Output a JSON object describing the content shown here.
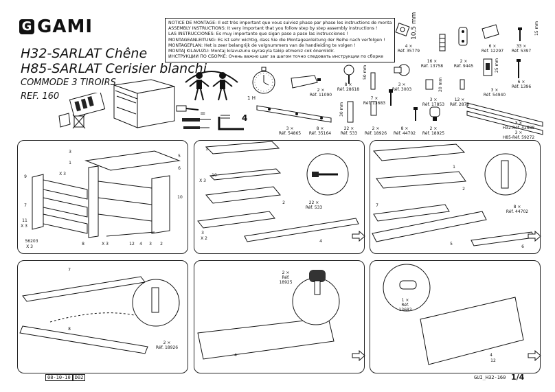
{
  "header": {
    "brand": "GAMI",
    "title1": "H32-SARLAT Chêne",
    "title2": "H85-SARLAT Cerisier blanchi",
    "subtitle": "COMMODE 3 TIROIRS",
    "ref": "REF. 160"
  },
  "notice": [
    "NOTICE DE MONTAGE: Il est très important que vous suiviez phase par phase les instructions de montage !",
    "ASSEMBLY INSTRUCTIONS: It very important that you follow step by step assembly instructions !",
    "LAS INSTRUCCIONES: Es muy importante que sigan paso a paso las instrucciones !",
    "MONTAGEANLEITUNG: Es ist sehr wichtig, dass Sie die Montageanleitung der Reihe nach verfolgen !",
    "MONTAGEPLAN: Het is zeer belangrijk de volgnummers van de handleiding te volgen !",
    "MONTAJ KILAVUZU: Montaj kılavuzunu sıyrasıyla takip etmeniz cok önemlidir.",
    "ИНСТРУКЦИИ ПО СБОРКЕ: Очень важно шаг за шагом точно следовать инструкции по сборке"
  ],
  "tools": {
    "time": "1 H",
    "count": "4",
    "eq": "="
  },
  "hardware": [
    {
      "qty": "4 ×",
      "ref": "Réf. 35779"
    },
    {
      "qty": "2 ×",
      "ref": "Réf. 9445"
    },
    {
      "qty": "6 ×",
      "ref": "Réf. 12297"
    },
    {
      "qty": "33 ×",
      "ref": "Réf. 5397"
    },
    {
      "qty": "16 ×",
      "ref": "Réf. 13758"
    },
    {
      "qty": "2 ×",
      "ref": "Réf. 11090"
    },
    {
      "qty": "8 ×",
      "ref": "Réf. 28618"
    },
    {
      "qty": "3 ×",
      "ref": "Réf. 3003"
    },
    {
      "qty": "6 ×",
      "ref": "Réf. 1396"
    },
    {
      "qty": "7 ×",
      "ref": "Réf. 13683"
    },
    {
      "qty": "3 ×",
      "ref": "Réf. 17853"
    },
    {
      "qty": "12 ×",
      "ref": "Réf. 2875"
    },
    {
      "qty": "3 ×",
      "ref": "Réf. 54940"
    },
    {
      "qty": "3 ×",
      "ref": "Réf. 54865"
    },
    {
      "qty": "8 ×",
      "ref": "Réf. 35164"
    },
    {
      "qty": "22 ×",
      "ref": "Réf. 533"
    },
    {
      "qty": "2 ×",
      "ref": "Réf. 18926"
    },
    {
      "qty": "8 ×",
      "ref": "Réf. 44702"
    },
    {
      "qty": "2 ×",
      "ref": "Réf. 18925"
    },
    {
      "qty": "3 ×",
      "ref": "H32-Réf. 42688"
    },
    {
      "qty": "3 ×",
      "ref": "H85-Réf. 59272"
    }
  ],
  "dims": [
    "10,5 mm",
    "15 mm",
    "50 mm",
    "30 mm",
    "20 mm",
    "25 mm"
  ],
  "steps": {
    "s1": {
      "labels": [
        "1",
        "2",
        "3",
        "4",
        "5",
        "6",
        "7",
        "8",
        "9",
        "10",
        "11",
        "12"
      ],
      "mult": [
        "X 3",
        "X 3",
        "X 3",
        "X 3"
      ],
      "code": "56203"
    },
    "s2": {
      "hw": "22 ×",
      "ref": "Réf. 533",
      "mult": [
        "X 3",
        "X 2"
      ],
      "labels": [
        "1",
        "2",
        "3",
        "4",
        "10"
      ]
    },
    "s3": {
      "hw": "8 ×",
      "ref": "Réf. 44702",
      "labels": [
        "1",
        "2",
        "5",
        "6",
        "7"
      ]
    },
    "s4": {
      "hw": "2 ×",
      "ref": "Réf. 18926",
      "labels": [
        "7",
        "8"
      ]
    },
    "s5": {
      "hw": "2 ×",
      "ref": "Réf. 18925",
      "labels": [
        "4"
      ]
    },
    "s6": {
      "hw": "1 ×",
      "ref": "Réf. 13683",
      "labels": [
        "4",
        "12"
      ]
    }
  },
  "footer": {
    "date": "08-10-10",
    "code": "D02",
    "doc": "GUI_H32-160",
    "page": "1/4"
  }
}
